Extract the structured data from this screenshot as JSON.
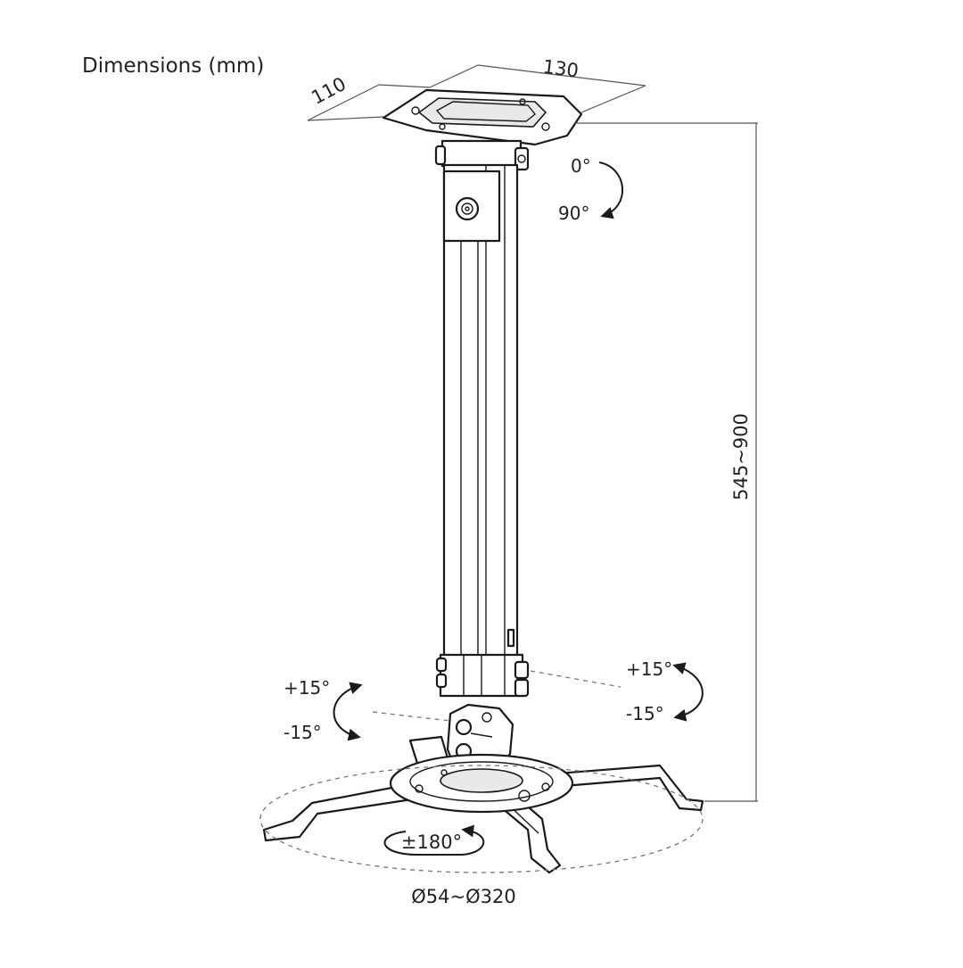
{
  "title": "Dimensions (mm)",
  "dimensions": {
    "plate_width": "130",
    "plate_depth": "110",
    "height_range": "545~900",
    "diameter_range": "Ø54~Ø320"
  },
  "angles": {
    "top_rotation_start": "0°",
    "top_rotation_end": "90°",
    "left_tilt_up": "+15°",
    "left_tilt_down": "-15°",
    "right_tilt_up": "+15°",
    "right_tilt_down": "-15°",
    "base_rotation": "±180°"
  },
  "icons": {
    "arrow": "curved-arrow-icon"
  }
}
